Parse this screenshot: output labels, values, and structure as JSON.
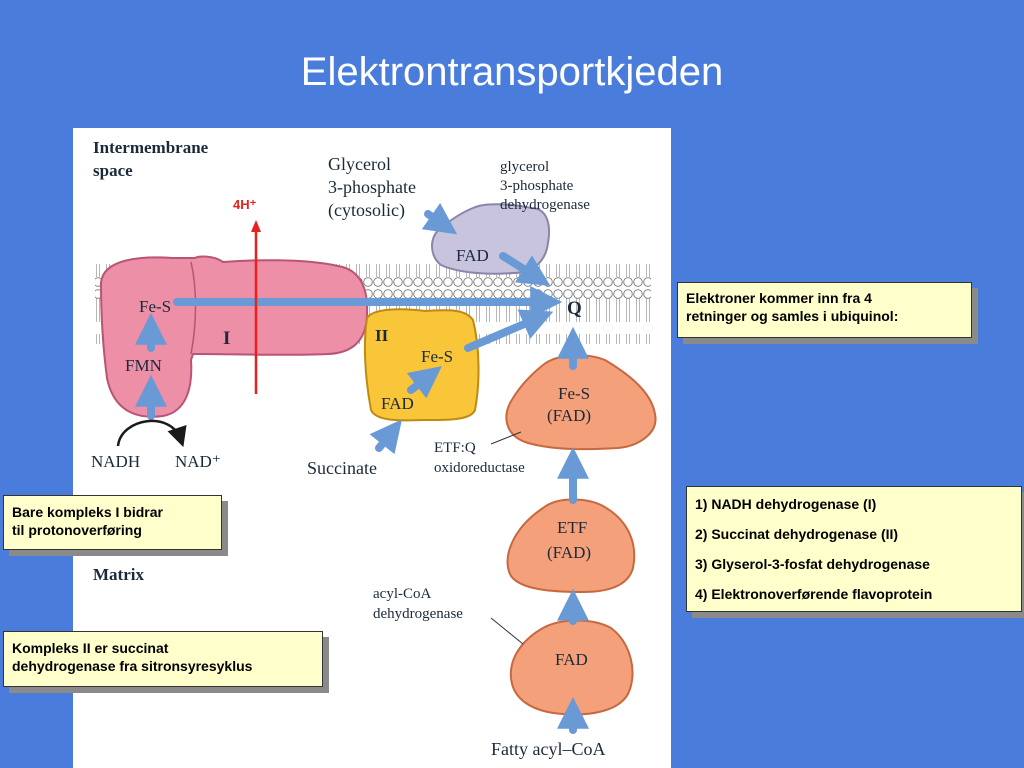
{
  "slide": {
    "title": "Elektrontransportkjeden"
  },
  "figure": {
    "regions": {
      "intermembrane_line1": "Intermembrane",
      "intermembrane_line2": "space",
      "matrix": "Matrix"
    },
    "proton_label": "4H⁺",
    "complex_I": {
      "numeral": "I",
      "fes": "Fe-S",
      "fmn": "FMN"
    },
    "complex_II": {
      "numeral": "II",
      "fes": "Fe-S",
      "fad": "FAD"
    },
    "g3p": {
      "substrate_line1": "Glycerol",
      "substrate_line2": "3-phosphate",
      "substrate_line3": "(cytosolic)",
      "enzyme_line1": "glycerol",
      "enzyme_line2": "3-phosphate",
      "enzyme_line3": "dehydrogenase",
      "fad": "FAD"
    },
    "q_label": "Q",
    "etf_qo": {
      "fes": "Fe-S",
      "fad": "(FAD)",
      "label_line1": "ETF:Q",
      "label_line2": "oxidoreductase"
    },
    "etf": {
      "name": "ETF",
      "fad": "(FAD)"
    },
    "acyl": {
      "enzyme_line1": "acyl-CoA",
      "enzyme_line2": "dehydrogenase",
      "fad": "FAD",
      "substrate": "Fatty acyl–CoA"
    },
    "nadh": "NADH",
    "nad_plus": "NAD⁺",
    "succinate": "Succinate"
  },
  "callouts": {
    "entry": {
      "line1": "Elektroner kommer inn fra 4",
      "line2": "retninger og samles i ubiquinol:"
    },
    "complex_list": [
      "1) NADH dehydrogenase (I)",
      "2) Succinat dehydrogenase (II)",
      "3) Glyserol-3-fosfat dehydrogenase",
      "4) Elektronoverførende flavoprotein"
    ],
    "proton_note": {
      "line1": "Bare kompleks I bidrar",
      "line2": "til protonoverføring"
    },
    "complex2_note": {
      "line1": "Kompleks II er succinat",
      "line2": "dehydrogenase fra sitronsyresyklus"
    }
  },
  "colors": {
    "background": "#4a7ddb",
    "complex_I": "#ec8fa7",
    "complex_II": "#f8c638",
    "g3p_enzyme": "#c9c4dd",
    "flavoprotein": "#f4a07a",
    "arrow": "#6a9ad6",
    "proton_line": "#e8211c",
    "callout_fill": "#ffffcc"
  }
}
